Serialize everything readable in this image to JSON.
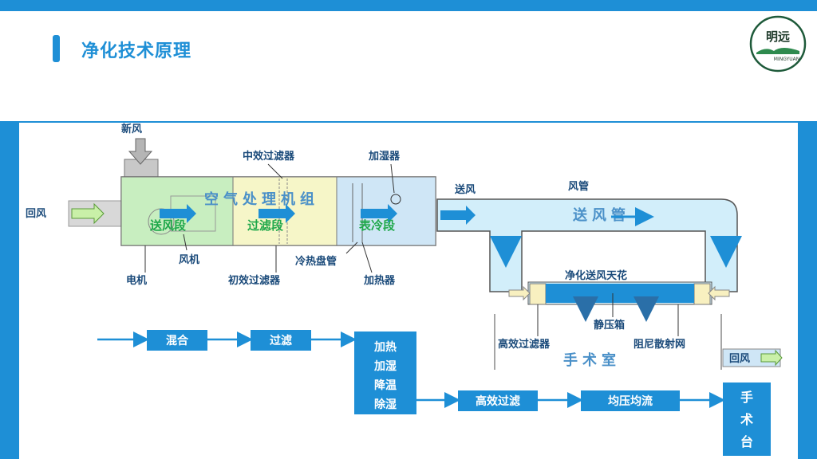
{
  "header": {
    "title": "净化技术原理"
  },
  "logo": {
    "text": "明远",
    "sub": "MINGYUAN"
  },
  "diagram": {
    "fresh_air": "新风",
    "return_air_in": "回风",
    "supply_air": "送风",
    "duct": "风管",
    "ahu_title": "空气处理机组",
    "fan_section": "送风段",
    "filter_section": "过滤段",
    "cooling_section": "表冷段",
    "mid_filter": "中效过滤器",
    "humidifier": "加湿器",
    "fan": "风机",
    "motor": "电机",
    "primary_filter": "初效过滤器",
    "coil": "冷热盘管",
    "heater": "加热器",
    "supply_duct": "送风管",
    "ceiling": "净化送风天花",
    "plenum": "静压箱",
    "hepa": "高效过滤器",
    "damper": "阻尼散射网",
    "room": "手术室",
    "return_air_out": "回风"
  },
  "flow": {
    "mix": "混合",
    "filter": "过滤",
    "treat": [
      "加热",
      "加湿",
      "降温",
      "除湿"
    ],
    "hepa": "高效过滤",
    "equalize": "均压均流",
    "table": [
      "手",
      "术",
      "台"
    ]
  }
}
